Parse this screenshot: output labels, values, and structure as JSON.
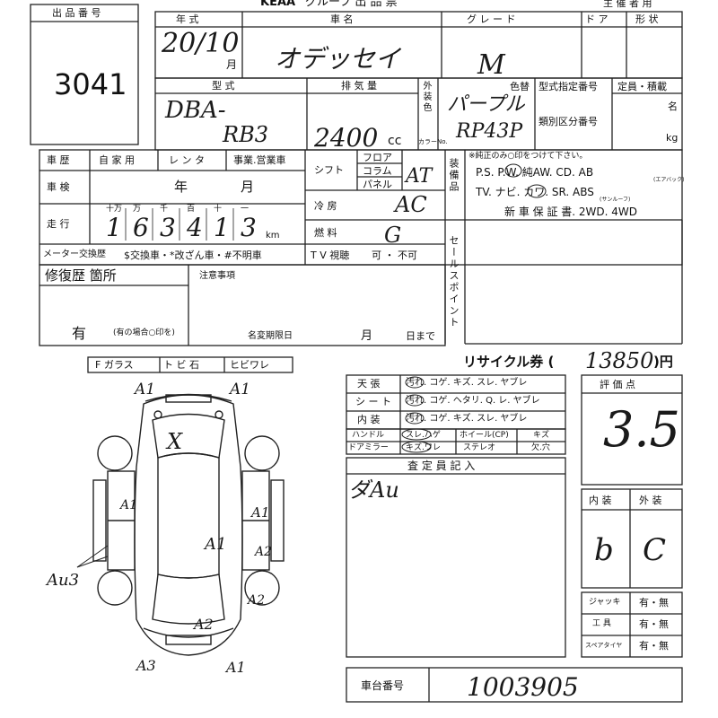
{
  "header": {
    "logo": "KEAA",
    "title": "グループ 出 品 票",
    "organizer": "主 催 者 用"
  },
  "lot": {
    "label": "出 品 番 号",
    "number": "3041"
  },
  "row1": {
    "year_label": "年 式",
    "name_label": "車 名",
    "grade_label": "グ レ ー ド",
    "door_label": "ド ア",
    "shape_label": "形 状",
    "year_value": "20/10",
    "month_unit": "月",
    "name_value": "オデッセイ",
    "grade_value": "M"
  },
  "row2": {
    "type_label": "型 式",
    "disp_label": "排 気 量",
    "ext_color_label": "外装色",
    "color_no_label": "カラーNo.",
    "color_label": "色替",
    "spec_no_label": "型式指定番号",
    "class_no_label": "類別区分番号",
    "capacity_label": "定員・積載",
    "persons_unit": "名",
    "kg_unit": "kg",
    "cc_unit": "cc",
    "type_value": "DBA-",
    "type_value2": "RB3",
    "disp_value": "2400",
    "color_value": "パープル",
    "color_no_value": "RP43P"
  },
  "history": {
    "label": "車 歴",
    "opts": [
      "自 家 用",
      "レ ン タ",
      "事業.営業車"
    ]
  },
  "inspection": {
    "label": "車 検",
    "year": "年",
    "month": "月"
  },
  "mileage": {
    "label": "走 行",
    "digits_labels": [
      "十万",
      "万",
      "千",
      "百",
      "十",
      "一"
    ],
    "digits": [
      "1",
      "6",
      "3",
      "4",
      "1",
      "3"
    ],
    "unit": "km"
  },
  "meter": {
    "label": "メーター交換歴",
    "text": "$交換車・*改ざん車・#不明車"
  },
  "shift": {
    "label": "シフト",
    "opts": [
      "フロア",
      "コラム",
      "パネル"
    ],
    "value": "AT"
  },
  "aircon": {
    "label": "冷 房",
    "value": "AC"
  },
  "fuel": {
    "label": "燃 料",
    "value": "G"
  },
  "tv": {
    "label": "T V 視聴",
    "value": "可 ・ 不可"
  },
  "equip": {
    "label": "装備品",
    "note": "※純正のみ○印をつけて下さい。",
    "line1": "P.S. P.W. 純AW. CD. AB",
    "airbag_note": "(エアバック)",
    "line2": "TV. ナビ. カワ. SR. ABS",
    "sunroof_note": "(サンルーフ)",
    "line3": "新 車 保 証 書.  2WD.  4WD"
  },
  "sales_point": {
    "label": "セールスポイント"
  },
  "repair": {
    "label": "修復歴 箇所",
    "value": "有",
    "note": "(有の場合○印を)",
    "notes_label": "注意事項",
    "deadline_label": "名変期限日",
    "month": "月",
    "until": "日まで"
  },
  "glass": {
    "items": [
      "F ガラス",
      "ト ビ 石",
      "ヒビワレ"
    ]
  },
  "recycle": {
    "label": "リサイクル券 (",
    "value": "13850",
    "suffix": ")円"
  },
  "interior_checks": [
    {
      "label": "天 張",
      "text": "汚れ. コゲ. キズ. スレ. ヤブレ"
    },
    {
      "label": "シ ー ト",
      "text": "汚れ. コゲ. ヘタリ. Q. レ. ヤブレ"
    },
    {
      "label": "内 装",
      "text": "汚れ. コゲ. キズ. スレ. ヤブレ"
    }
  ],
  "small_checks": [
    {
      "label": "ハンドル",
      "a": "スレ.ハゲ",
      "b": "ホイール(CP)",
      "c": "キズ"
    },
    {
      "label": "ドアミラー",
      "a": "キズ.ワレ",
      "b": "ステレオ",
      "c": "欠.穴"
    }
  ],
  "inspector": {
    "label": "査 定 員 記 入",
    "value": "ダAu"
  },
  "score": {
    "label": "評 価 点",
    "value": "3.5",
    "int_label": "内 装",
    "ext_label": "外 装",
    "int_value": "b",
    "ext_value": "C"
  },
  "tools": [
    {
      "label": "ジャッキ",
      "value": "有・無"
    },
    {
      "label": "工 具",
      "value": "有・無"
    },
    {
      "label": "スペアタイヤ",
      "value": "有・無"
    }
  ],
  "chassis": {
    "label": "車台番号",
    "value": "1003905"
  },
  "diagram_marks": {
    "front_left": "A1",
    "front_right": "A1",
    "roof": "X",
    "left_side": "A1",
    "right_side": "A1",
    "center": "A1",
    "right_rear": "A2",
    "right_rear2": "A2",
    "rear": "A2",
    "rear_left": "A3",
    "rear_right": "A1",
    "left_rocker": "Au3"
  }
}
